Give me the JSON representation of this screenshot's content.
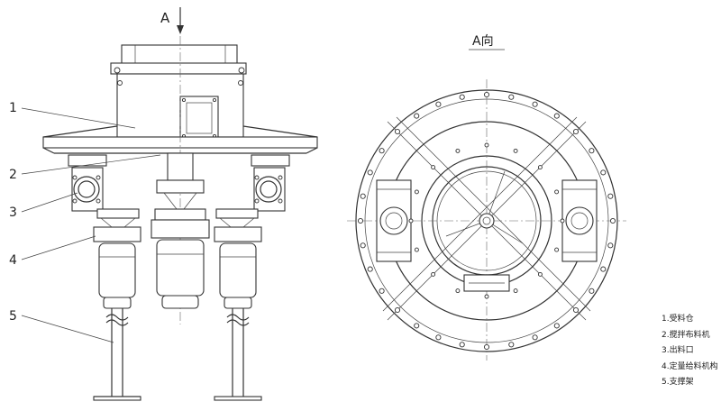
{
  "view_arrow_label": "A",
  "view_title": "A向",
  "callouts": [
    "1",
    "2",
    "3",
    "4",
    "5"
  ],
  "legend": [
    {
      "num": "1.",
      "text": "受料仓"
    },
    {
      "num": "2.",
      "text": "搅拌布料机"
    },
    {
      "num": "3.",
      "text": "出料口"
    },
    {
      "num": "4.",
      "text": "定量给料机构"
    },
    {
      "num": "5.",
      "text": "支撑架"
    }
  ]
}
